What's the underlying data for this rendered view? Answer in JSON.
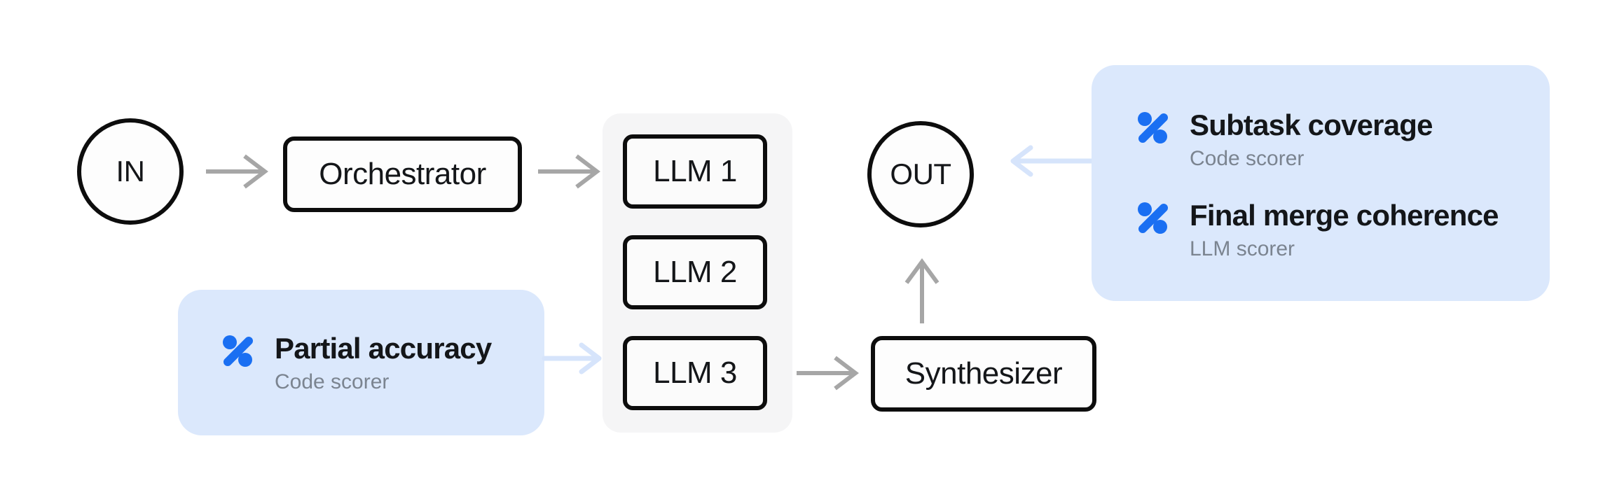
{
  "colors": {
    "canvas_bg": "#ffffff",
    "node_border": "#0d0d0d",
    "node_fill": "#fdfdfd",
    "worker_group_bg": "#f5f5f6",
    "worker_node_fill": "#fbfbfb",
    "scorer_panel_bg": "#dbe8fc",
    "scorer_icon_blue": "#1a6ff2",
    "arrow_gray": "#a6a6a6",
    "arrow_blue": "#d6e4fb",
    "title_text": "#141619",
    "muted_text": "#7b8490"
  },
  "nodes": {
    "in": {
      "label": "IN"
    },
    "orchestrator": {
      "label": "Orchestrator"
    },
    "workers": {
      "items": [
        {
          "label": "LLM 1"
        },
        {
          "label": "LLM 2"
        },
        {
          "label": "LLM 3"
        }
      ]
    },
    "synthesizer": {
      "label": "Synthesizer"
    },
    "out": {
      "label": "OUT"
    }
  },
  "scorers": {
    "partial_accuracy": {
      "title": "Partial accuracy",
      "subtitle": "Code scorer"
    },
    "subtask_coverage": {
      "title": "Subtask coverage",
      "subtitle": "Code scorer"
    },
    "final_merge_coherence": {
      "title": "Final merge coherence",
      "subtitle": "LLM scorer"
    }
  }
}
